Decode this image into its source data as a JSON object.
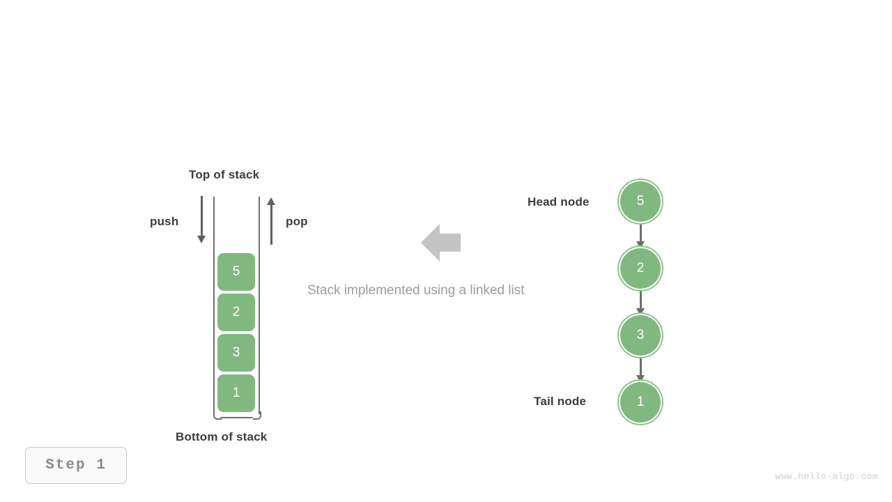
{
  "diagram": {
    "caption": "Stack implemented using a linked list",
    "transform_arrow_direction": "left",
    "colors": {
      "node_fill": "#81b880",
      "node_ring": "#8cc68a",
      "arrow_gray": "#6e6e6e",
      "label_text": "#3c3c3c",
      "caption_text": "#9b9b9b",
      "transform_arrow": "#c4c4c4"
    }
  },
  "stack": {
    "top_label": "Top of stack",
    "bottom_label": "Bottom of stack",
    "push_label": "push",
    "pop_label": "pop",
    "blocks": [
      {
        "value": "5"
      },
      {
        "value": "2"
      },
      {
        "value": "3"
      },
      {
        "value": "1"
      }
    ]
  },
  "linked_list": {
    "head_label": "Head node",
    "tail_label": "Tail node",
    "nodes": [
      {
        "value": "5"
      },
      {
        "value": "2"
      },
      {
        "value": "3"
      },
      {
        "value": "1"
      }
    ]
  },
  "footer": {
    "step_label": "Step 1",
    "watermark": "www.hello-algo.com"
  }
}
